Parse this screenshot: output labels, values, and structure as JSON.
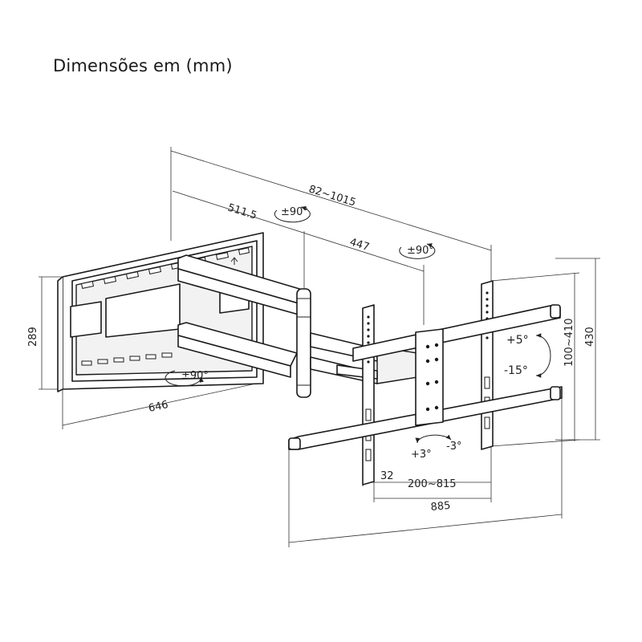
{
  "title": "Dimensões em (mm)",
  "dimensions": {
    "total_extension": "82~1015",
    "arm_segment_1": "511.5",
    "arm_segment_2": "447",
    "wall_plate_height": "289",
    "wall_plate_width": "646",
    "bracket_height_range": "100~410",
    "bracket_height": "430",
    "bracket_depth": "32",
    "vesa_width_range": "200~815",
    "max_width": "885"
  },
  "rotations": {
    "arm_joint_1": "±90°",
    "arm_joint_2": "±90°",
    "wall_joint": "±90°",
    "tilt_up": "+5°",
    "tilt_down": "-15°",
    "level_plus": "+3°",
    "level_minus": "-3°"
  }
}
